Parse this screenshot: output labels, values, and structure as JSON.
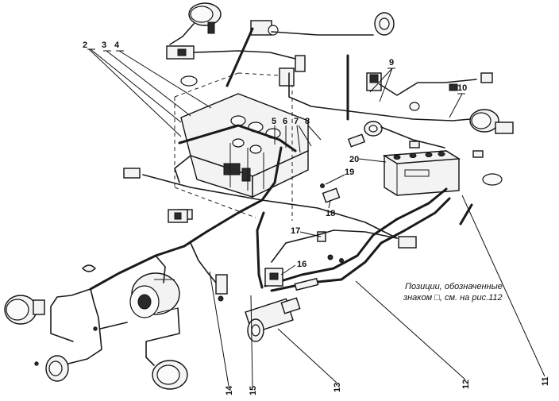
{
  "callouts": [
    "2",
    "3",
    "4",
    "5",
    "6",
    "7",
    "8",
    "9",
    "10",
    "11",
    "12",
    "13",
    "14",
    "15",
    "16",
    "17",
    "18",
    "19",
    "20"
  ],
  "note": {
    "line1": "Позиции, обозначенные",
    "line2": "знаком □, см. на рис.112"
  }
}
